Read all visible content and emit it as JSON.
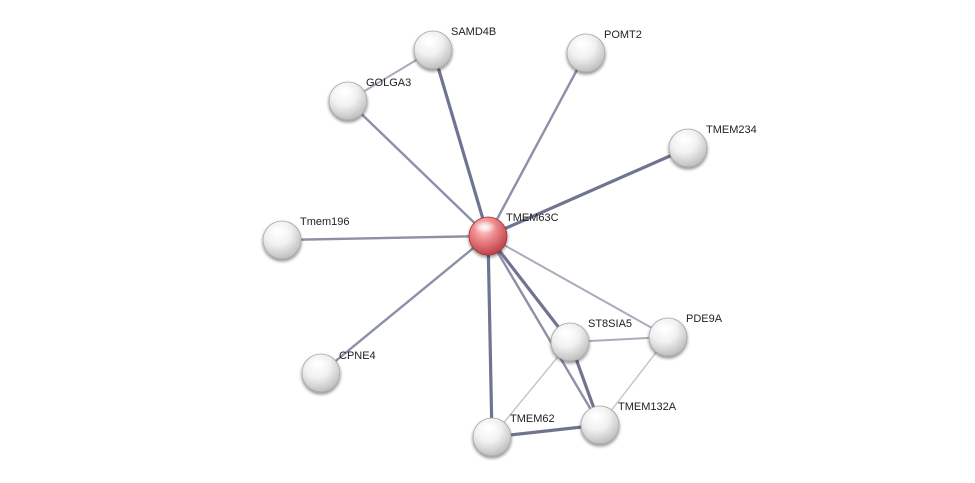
{
  "nodes": [
    {
      "id": "TMEM63C",
      "label": "TMEM63C",
      "query": true
    },
    {
      "id": "SAMD4B",
      "label": "SAMD4B"
    },
    {
      "id": "POMT2",
      "label": "POMT2"
    },
    {
      "id": "GOLGA3",
      "label": "GOLGA3"
    },
    {
      "id": "TMEM234",
      "label": "TMEM234"
    },
    {
      "id": "Tmem196",
      "label": "Tmem196"
    },
    {
      "id": "ST8SIA5",
      "label": "ST8SIA5"
    },
    {
      "id": "PDE9A",
      "label": "PDE9A"
    },
    {
      "id": "CPNE4",
      "label": "CPNE4"
    },
    {
      "id": "TMEM62",
      "label": "TMEM62"
    },
    {
      "id": "TMEM132A",
      "label": "TMEM132A"
    }
  ],
  "edges": [
    {
      "source": "TMEM63C",
      "target": "SAMD4B",
      "strength": "strong"
    },
    {
      "source": "TMEM63C",
      "target": "POMT2",
      "strength": "medium"
    },
    {
      "source": "TMEM63C",
      "target": "GOLGA3",
      "strength": "medium"
    },
    {
      "source": "TMEM63C",
      "target": "TMEM234",
      "strength": "strong"
    },
    {
      "source": "TMEM63C",
      "target": "Tmem196",
      "strength": "medium"
    },
    {
      "source": "TMEM63C",
      "target": "CPNE4",
      "strength": "medium"
    },
    {
      "source": "TMEM63C",
      "target": "ST8SIA5",
      "strength": "strong"
    },
    {
      "source": "TMEM63C",
      "target": "PDE9A",
      "strength": "weak"
    },
    {
      "source": "TMEM63C",
      "target": "TMEM62",
      "strength": "strong"
    },
    {
      "source": "TMEM63C",
      "target": "TMEM132A",
      "strength": "medium"
    },
    {
      "source": "SAMD4B",
      "target": "GOLGA3",
      "strength": "weak"
    },
    {
      "source": "ST8SIA5",
      "target": "PDE9A",
      "strength": "weak"
    },
    {
      "source": "ST8SIA5",
      "target": "TMEM132A",
      "strength": "strong"
    },
    {
      "source": "ST8SIA5",
      "target": "TMEM62",
      "strength": "faint"
    },
    {
      "source": "PDE9A",
      "target": "TMEM132A",
      "strength": "faint"
    },
    {
      "source": "TMEM62",
      "target": "TMEM132A",
      "strength": "strong"
    }
  ],
  "colors": {
    "query_node": "#d94a4f",
    "neighbor_node": "#d8d8d8",
    "edge_strong": "#6f7590",
    "edge_medium": "#8d91a8",
    "edge_weak": "#a9acbd",
    "edge_faint": "#c2c4cc"
  }
}
